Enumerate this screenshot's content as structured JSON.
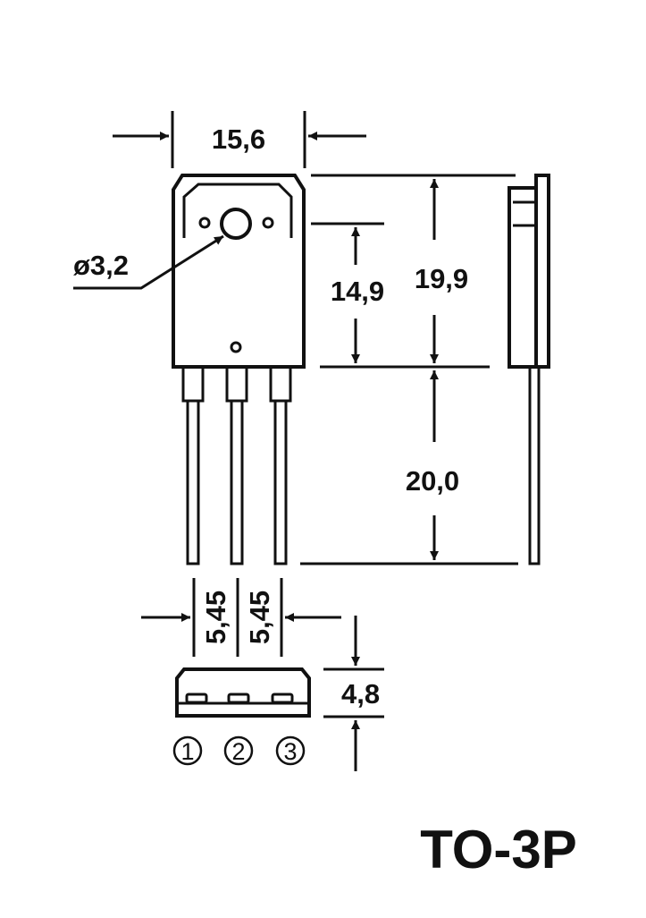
{
  "package_name": "TO-3P",
  "dimensions": {
    "body_width": "15,6",
    "hole_diameter": "ø3,2",
    "hole_to_body_bottom": "14,9",
    "body_height": "19,9",
    "lead_length": "20,0",
    "pitch_left": "5,45",
    "pitch_right": "5,45",
    "thickness": "4,8"
  },
  "pins": [
    "1",
    "2",
    "3"
  ],
  "colors": {
    "line": "#111111",
    "background": "#ffffff"
  }
}
